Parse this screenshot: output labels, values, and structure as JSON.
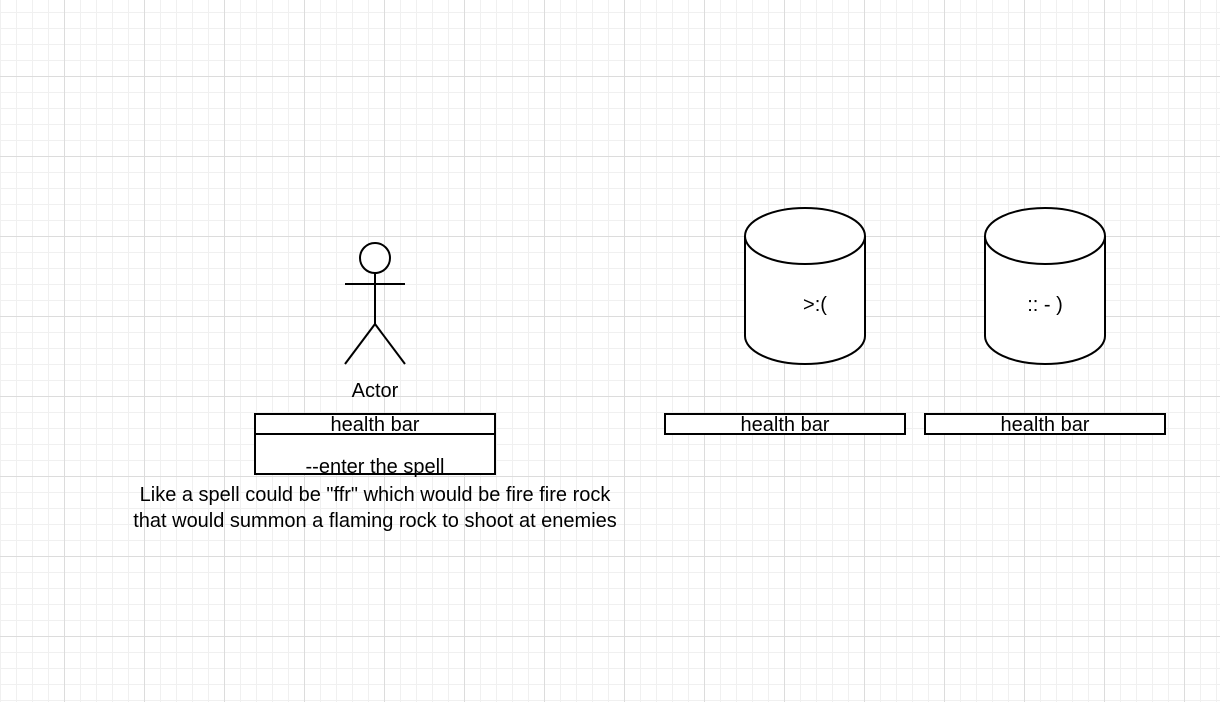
{
  "actor": {
    "label": "Actor",
    "health_bar": "health bar",
    "spell_prompt": "--enter the spell"
  },
  "note": "Like a spell could be \"ffr\" which would be fire fire rock\nthat would summon a flaming rock to shoot at enemies",
  "enemies": [
    {
      "face": ">:(",
      "health_bar": "health bar"
    },
    {
      "face": ":: - )",
      "health_bar": "health bar"
    }
  ]
}
